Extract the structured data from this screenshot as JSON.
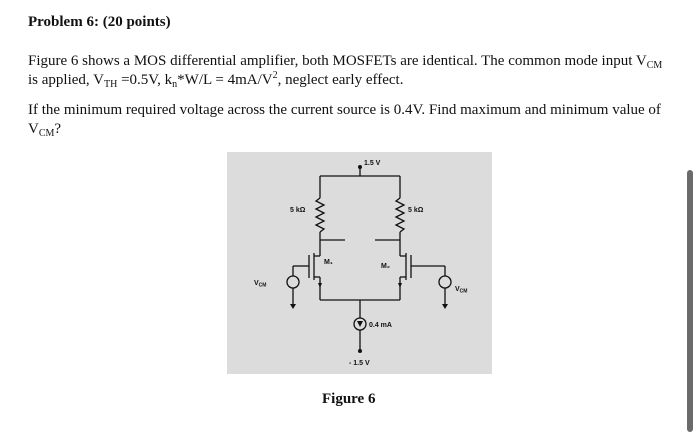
{
  "problem": {
    "heading": "Problem 6: (20 points)",
    "p1": {
      "a": "Figure 6 shows a MOS differential amplifier, both MOSFETs are identical. The common mode input V",
      "a_sub": "CM",
      "b": "is applied, V",
      "b_sub": "TH",
      "c": " =0.5V, k",
      "c_sub": "n",
      "d": "*W/L = 4mA/V",
      "d_sup": "2",
      "e": ", neglect early effect."
    },
    "p2": {
      "a": "If the minimum required voltage across the current source is 0.4V. Find maximum and minimum value of V",
      "a_sub": "CM",
      "b": "?"
    }
  },
  "figure": {
    "vdd_label": "1.5 V",
    "vss_label": "- 1.5 V",
    "r1_label": "5 kΩ",
    "r2_label": "5 kΩ",
    "m1_label": "M₁",
    "m2_label": "M₂",
    "current_label": "0.4 mA",
    "vcm_left_label": "V",
    "vcm_left_sub": "CM",
    "vcm_right_label": "V",
    "vcm_right_sub": "CM",
    "caption": "Figure 6"
  }
}
